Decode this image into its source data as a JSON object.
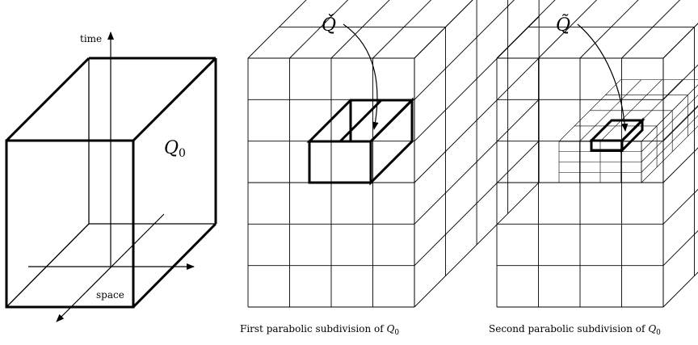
{
  "panels": [
    {
      "axis_time_label": "time",
      "axis_space_label": "space",
      "cube_label": "Q",
      "cube_label_sub": "0"
    },
    {
      "pointer_label": "Q̌",
      "caption": "First parabolic subdivision of",
      "caption_math": "Q",
      "caption_math_sub": "0"
    },
    {
      "pointer_label": "Q̃",
      "caption": "Second parabolic subdivision of",
      "caption_math": "Q",
      "caption_math_sub": "0"
    }
  ],
  "colors": {
    "line": "#000000",
    "background": "#ffffff"
  }
}
